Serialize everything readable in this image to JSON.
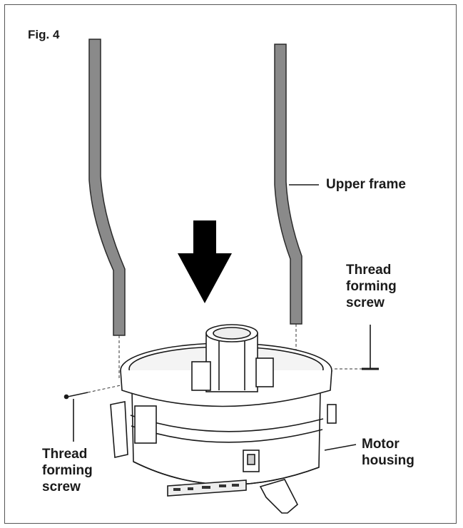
{
  "figure": {
    "title": "Fig. 4",
    "labels": {
      "upper_frame": "Upper frame",
      "thread_screw_right": [
        "Thread",
        "forming",
        "screw"
      ],
      "thread_screw_left": [
        "Thread",
        "forming",
        "screw"
      ],
      "motor_housing": [
        "Motor",
        "housing"
      ]
    },
    "icons": [
      "down-arrow-icon",
      "upper-frame-tube",
      "thread-forming-screw",
      "motor-housing",
      "wheel-clip"
    ],
    "colors": {
      "line": "#1a1a1a",
      "tube_fill": "#8a8a8a",
      "border": "#555555"
    }
  }
}
